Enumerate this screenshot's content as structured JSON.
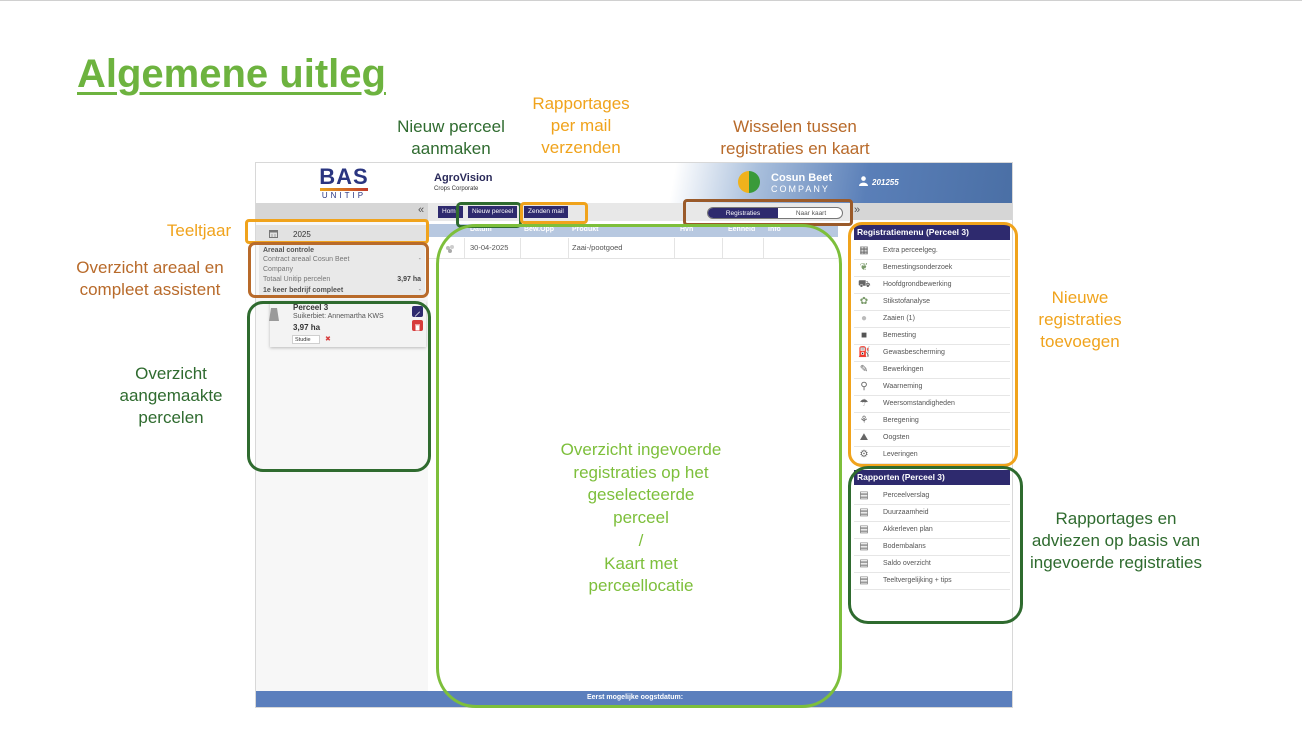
{
  "slide": {
    "title": "Algemene uitleg",
    "annotations": {
      "nieuw_perceel": "Nieuw perceel aanmaken",
      "rapportages_mail": "Rapportages per mail verzenden",
      "wisselen": "Wisselen tussen registraties en kaart",
      "teeltjaar": "Teeltjaar",
      "overzicht_areaal": "Overzicht areaal en compleet assistent",
      "overzicht_percelen": "Overzicht aangemaakte percelen",
      "nieuwe_registraties": "Nieuwe registraties toevoegen",
      "overzicht_ingevoerde_l1": "Overzicht ingevoerde",
      "overzicht_ingevoerde_l2": "registraties op het",
      "overzicht_ingevoerde_l3": "geselecteerde",
      "overzicht_ingevoerde_l4": "perceel",
      "overzicht_ingevoerde_l5": "/",
      "overzicht_ingevoerde_l6": "Kaart met",
      "overzicht_ingevoerde_l7": "perceellocatie",
      "rapportages_adviezen": "Rapportages en adviezen op basis van ingevoerde registraties"
    },
    "colors": {
      "title": "#6db33f",
      "dark_green": "#2f6b2f",
      "orange": "#f0a31c",
      "brown": "#b86a2a",
      "lime": "#7dbf3b",
      "navy": "#2e2a6e"
    }
  },
  "app": {
    "logo": {
      "brand": "BAS",
      "sub": "UNITIP"
    },
    "product": {
      "name": "AgroVision",
      "sub": "Crops Corporate"
    },
    "partner": {
      "line1": "Cosun Beet",
      "line2": "COMPANY"
    },
    "user_id": "201255",
    "year": "2025",
    "areaal": {
      "title": "Areaal controle",
      "contract_label_1": "Contract areaal Cosun Beet",
      "contract_label_2": "Company",
      "contract_value": "-",
      "totaal_label": "Totaal Unitip percelen",
      "totaal_value": "3,97 ha",
      "eerste_keer_label": "1e keer bedrijf compleet",
      "eerste_keer_value": "-"
    },
    "perceel": {
      "name": "Perceel 3",
      "crop": "Suikerbiet: Annemartha KWS",
      "area": "3,97 ha",
      "tag": "Studie",
      "tag_remove": "✖"
    },
    "nav": {
      "home": "Home",
      "nieuw_perceel": "Nieuw perceel",
      "zenden_mail": "Zenden mail",
      "toggle_registraties": "Registraties",
      "toggle_kaart": "Naar kaart"
    },
    "table": {
      "columns": [
        "Datum",
        "Bew.Opp",
        "Produkt",
        "Hvh",
        "Eenheid",
        "Info"
      ],
      "rows": [
        {
          "datum": "30-04-2025",
          "bew_opp": "",
          "produkt": "Zaai-/pootgoed",
          "hvh": "",
          "eenheid": "",
          "info": ""
        }
      ]
    },
    "registratiemenu": {
      "title": "Registratiemenu (Perceel 3)",
      "items": [
        "Extra perceelgeg.",
        "Bemestingsonderzoek",
        "Hoofdgrondbewerking",
        "Stikstofanalyse",
        "Zaaien (1)",
        "Bemesting",
        "Gewasbescherming",
        "Bewerkingen",
        "Waarneming",
        "Weersomstandigheden",
        "Beregening",
        "Oogsten",
        "Leveringen"
      ]
    },
    "rapporten": {
      "title": "Rapporten (Perceel 3)",
      "items": [
        "Perceelverslag",
        "Duurzaamheid",
        "Akkerleven plan",
        "Bodembalans",
        "Saldo overzicht",
        "Teeltvergelijking + tips"
      ]
    },
    "footer": "Eerst mogelijke oogstdatum:",
    "collapse_left": "«",
    "collapse_right": "»"
  }
}
